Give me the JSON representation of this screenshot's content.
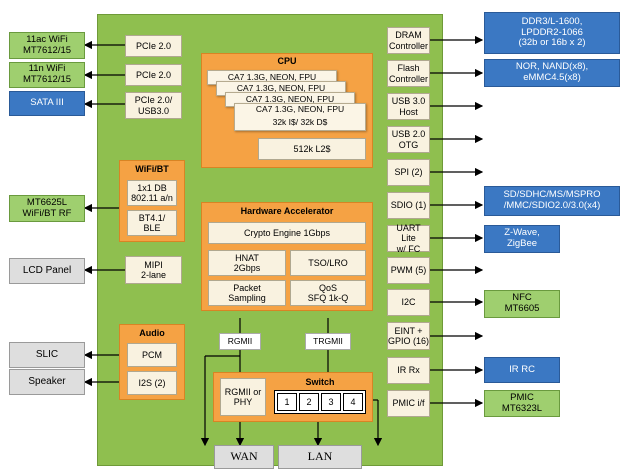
{
  "soc_blocks": {
    "pcie1": "PCIe 2.0",
    "pcie2": "PCIe 2.0",
    "pcie3": "PCIe 2.0/\nUSB3.0",
    "mipi": "MIPI\n2-lane",
    "dram": "DRAM\nController",
    "flash": "Flash\nController",
    "usb3": "USB 3.0\nHost",
    "usb2": "USB 2.0\nOTG",
    "spi": "SPI (2)",
    "sdio": "SDIO (1)",
    "uart": "UART Lite\nw/ FC",
    "pwm": "PWM (5)",
    "i2c": "I2C",
    "eint": "EINT +\nGPIO (16)",
    "irrx": "IR Rx",
    "pmic": "PMIC i/f"
  },
  "cpu": {
    "title": "CPU",
    "cores": [
      "CA7 1.3G, NEON, FPU",
      "CA7 1.3G, NEON, FPU",
      "CA7 1.3G, NEON, FPU",
      "CA7 1.3G, NEON, FPU"
    ],
    "cache": "32k I$/ 32k D$",
    "l2": "512k L2$"
  },
  "wifi_bt": {
    "title": "WiFi/BT",
    "db": "1x1 DB\n802.11 a/n",
    "bt": "BT4.1/\nBLE"
  },
  "accelerator": {
    "title": "Hardware Accelerator",
    "crypto": "Crypto Engine 1Gbps",
    "hnat": "HNAT\n2Gbps",
    "tso": "TSO/LRO",
    "packet": "Packet\nSampling",
    "qos": "QoS\nSFQ 1k-Q"
  },
  "audio": {
    "title": "Audio",
    "pcm": "PCM",
    "i2s": "I2S (2)"
  },
  "network": {
    "rgmii": "RGMII",
    "trgmii": "TRGMII",
    "rgmii_phy": "RGMII or\nPHY",
    "switch_title": "Switch",
    "ports": [
      "1",
      "2",
      "3",
      "4"
    ]
  },
  "external": {
    "wifi11ac": "11ac WiFi\nMT7612/15",
    "wifi11n": "11n WiFi\nMT7612/15",
    "sata": "SATA III",
    "mt6625": "MT6625L\nWiFi/BT RF",
    "lcd": "LCD Panel",
    "slic": "SLIC",
    "speaker": "Speaker",
    "wan": "WAN",
    "lan": "LAN",
    "ddr": "DDR3/L-1600,\nLPDDR2-1066\n(32b or 16b x 2)",
    "nor": "NOR, NAND(x8),\neMMC4.5(x8)",
    "sd": "SD/SDHC/MS/MSPRO\n/MMC/SDIO2.0/3.0(x4)",
    "zwave": "Z-Wave,\nZigBee",
    "nfc": "NFC\nMT6605",
    "irrc": "IR RC",
    "pmic": "PMIC\nMT6323L"
  },
  "colors": {
    "chip": "#8fbf4f",
    "orange": "#f5a244",
    "ext_blue": "#3b78c3",
    "ext_green": "#9fcf6f",
    "ext_gray": "#dedede"
  }
}
